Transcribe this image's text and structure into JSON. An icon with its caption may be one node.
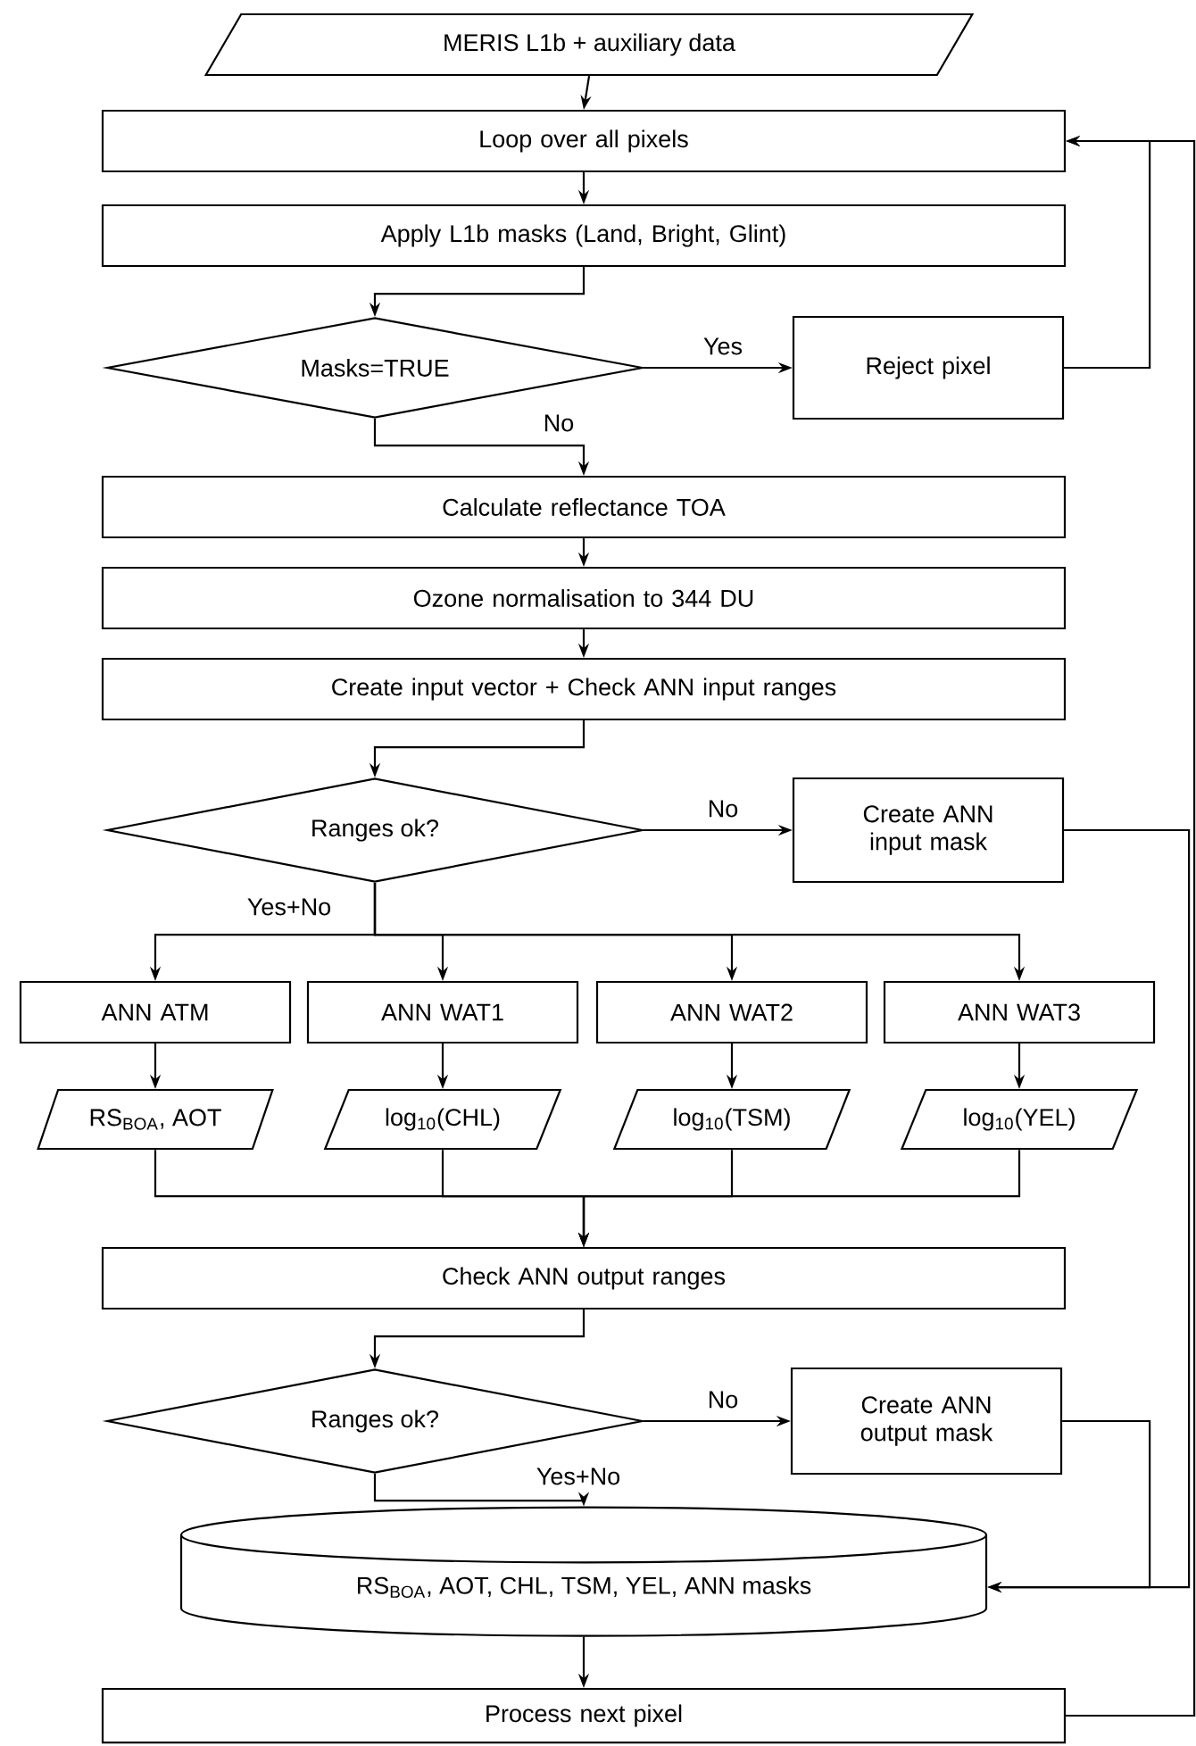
{
  "diagram": {
    "nodes": [
      {
        "text": [
          "MERIS L1b + auxiliary data"
        ]
      },
      {
        "text": [
          "Loop over all pixels"
        ]
      },
      {
        "text": [
          "Apply L1b masks (Land, Bright, Glint)"
        ]
      },
      {
        "text": [
          "Masks=TRUE"
        ]
      },
      {
        "text": [
          "Reject pixel"
        ]
      },
      {
        "text": [
          "Calculate reflectance TOA"
        ]
      },
      {
        "text": [
          "Ozone normalisation to 344 DU"
        ]
      },
      {
        "text": [
          "Create input vector + Check ANN input ranges"
        ]
      },
      {
        "text": [
          "Ranges ok?"
        ]
      },
      {
        "text": [
          "Create ANN input mask"
        ]
      },
      {
        "text": [
          "ANN ATM"
        ]
      },
      {
        "text": [
          "ANN WAT1"
        ]
      },
      {
        "text": [
          "ANN WAT2"
        ]
      },
      {
        "text": [
          "ANN WAT3"
        ]
      },
      {
        "text": [
          "RS$_{BOA}$, AOT"
        ]
      },
      {
        "text": [
          "log$_{10}$(CHL)"
        ]
      },
      {
        "text": [
          "log$_{10}$(TSM)"
        ]
      },
      {
        "text": [
          "log$_{10}$(YEL)"
        ]
      },
      {
        "text": [
          "Check ANN output ranges"
        ]
      },
      {
        "text": [
          "Ranges ok?"
        ]
      },
      {
        "text": [
          "Create ANN output mask"
        ]
      },
      {
        "text": [
          "RS$_{BOA}$, AOT, CHL, TSM, YEL, ANN masks"
        ]
      },
      {
        "text": [
          "Process next pixel"
        ]
      }
    ],
    "edges": [
      {
        "from": 0,
        "to": 1,
        "arrow": "to"
      },
      {
        "from": 1,
        "to": 2,
        "arrow": "to"
      },
      {
        "from": 2,
        "to": 3,
        "arrow": "to"
      },
      {
        "from": 3,
        "to": 4,
        "arrow": "to",
        "label": "Yes"
      },
      {
        "from": 3,
        "to": 5,
        "arrow": "to",
        "label": "No"
      },
      {
        "from": 4,
        "to": 1,
        "arrow": "to"
      },
      {
        "from": 5,
        "to": 6,
        "arrow": "to"
      },
      {
        "from": 6,
        "to": 7,
        "arrow": "to"
      },
      {
        "from": 7,
        "to": 8,
        "arrow": "to"
      },
      {
        "from": 8,
        "to": 9,
        "arrow": "to",
        "label": "No"
      },
      {
        "from": 8,
        "to": 10,
        "arrow": "to",
        "label": "Yes+No"
      },
      {
        "from": 8,
        "to": 11,
        "arrow": "to"
      },
      {
        "from": 8,
        "to": 12,
        "arrow": "to"
      },
      {
        "from": 8,
        "to": 13,
        "arrow": "to"
      },
      {
        "from": 10,
        "to": 14,
        "arrow": "to"
      },
      {
        "from": 11,
        "to": 15,
        "arrow": "to"
      },
      {
        "from": 12,
        "to": 16,
        "arrow": "to"
      },
      {
        "from": 13,
        "to": 17,
        "arrow": "to"
      },
      {
        "from": 14,
        "to": 18,
        "arrow": "to"
      },
      {
        "from": 15,
        "to": 18,
        "arrow": "to"
      },
      {
        "from": 16,
        "to": 18,
        "arrow": "to"
      },
      {
        "from": 17,
        "to": 18,
        "arrow": "to"
      },
      {
        "from": 18,
        "to": 19,
        "arrow": "to"
      },
      {
        "from": 19,
        "to": 20,
        "arrow": "to",
        "label": "No"
      },
      {
        "from": 19,
        "to": 21,
        "arrow": "to",
        "label": "Yes+No"
      },
      {
        "from": 20,
        "to": 21,
        "arrow": "to"
      },
      {
        "from": 9,
        "to": 21,
        "arrow": "to"
      },
      {
        "from": 21,
        "to": 22,
        "arrow": "to"
      },
      {
        "from": 22,
        "to": 1,
        "arrow": "to"
      }
    ]
  }
}
